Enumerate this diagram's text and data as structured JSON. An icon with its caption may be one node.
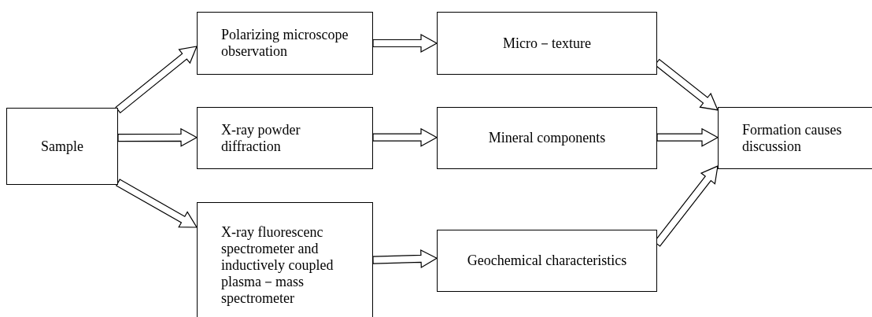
{
  "diagram": {
    "nodes": [
      {
        "text": [
          "Sample"
        ]
      },
      {
        "text": [
          "Polarizing microscope observation"
        ]
      },
      {
        "text": [
          "X-ray powder diffraction"
        ]
      },
      {
        "text": [
          "X-ray fluorescenc spectrometer and inductively coupled plasma－mass spectrometer"
        ]
      },
      {
        "text": [
          "Micro－texture"
        ]
      },
      {
        "text": [
          "Mineral components"
        ]
      },
      {
        "text": [
          "Geochemical characteristics"
        ]
      },
      {
        "text": [
          "Formation causes discussion"
        ]
      }
    ],
    "edges": [
      {
        "from": 0,
        "to": 1,
        "arrow": "to"
      },
      {
        "from": 0,
        "to": 2,
        "arrow": "to"
      },
      {
        "from": 0,
        "to": 3,
        "arrow": "to"
      },
      {
        "from": 1,
        "to": 4,
        "arrow": "to"
      },
      {
        "from": 2,
        "to": 5,
        "arrow": "to"
      },
      {
        "from": 3,
        "to": 6,
        "arrow": "to"
      },
      {
        "from": 4,
        "to": 7,
        "arrow": "to"
      },
      {
        "from": 5,
        "to": 7,
        "arrow": "to"
      },
      {
        "from": 6,
        "to": 7,
        "arrow": "to"
      }
    ]
  }
}
